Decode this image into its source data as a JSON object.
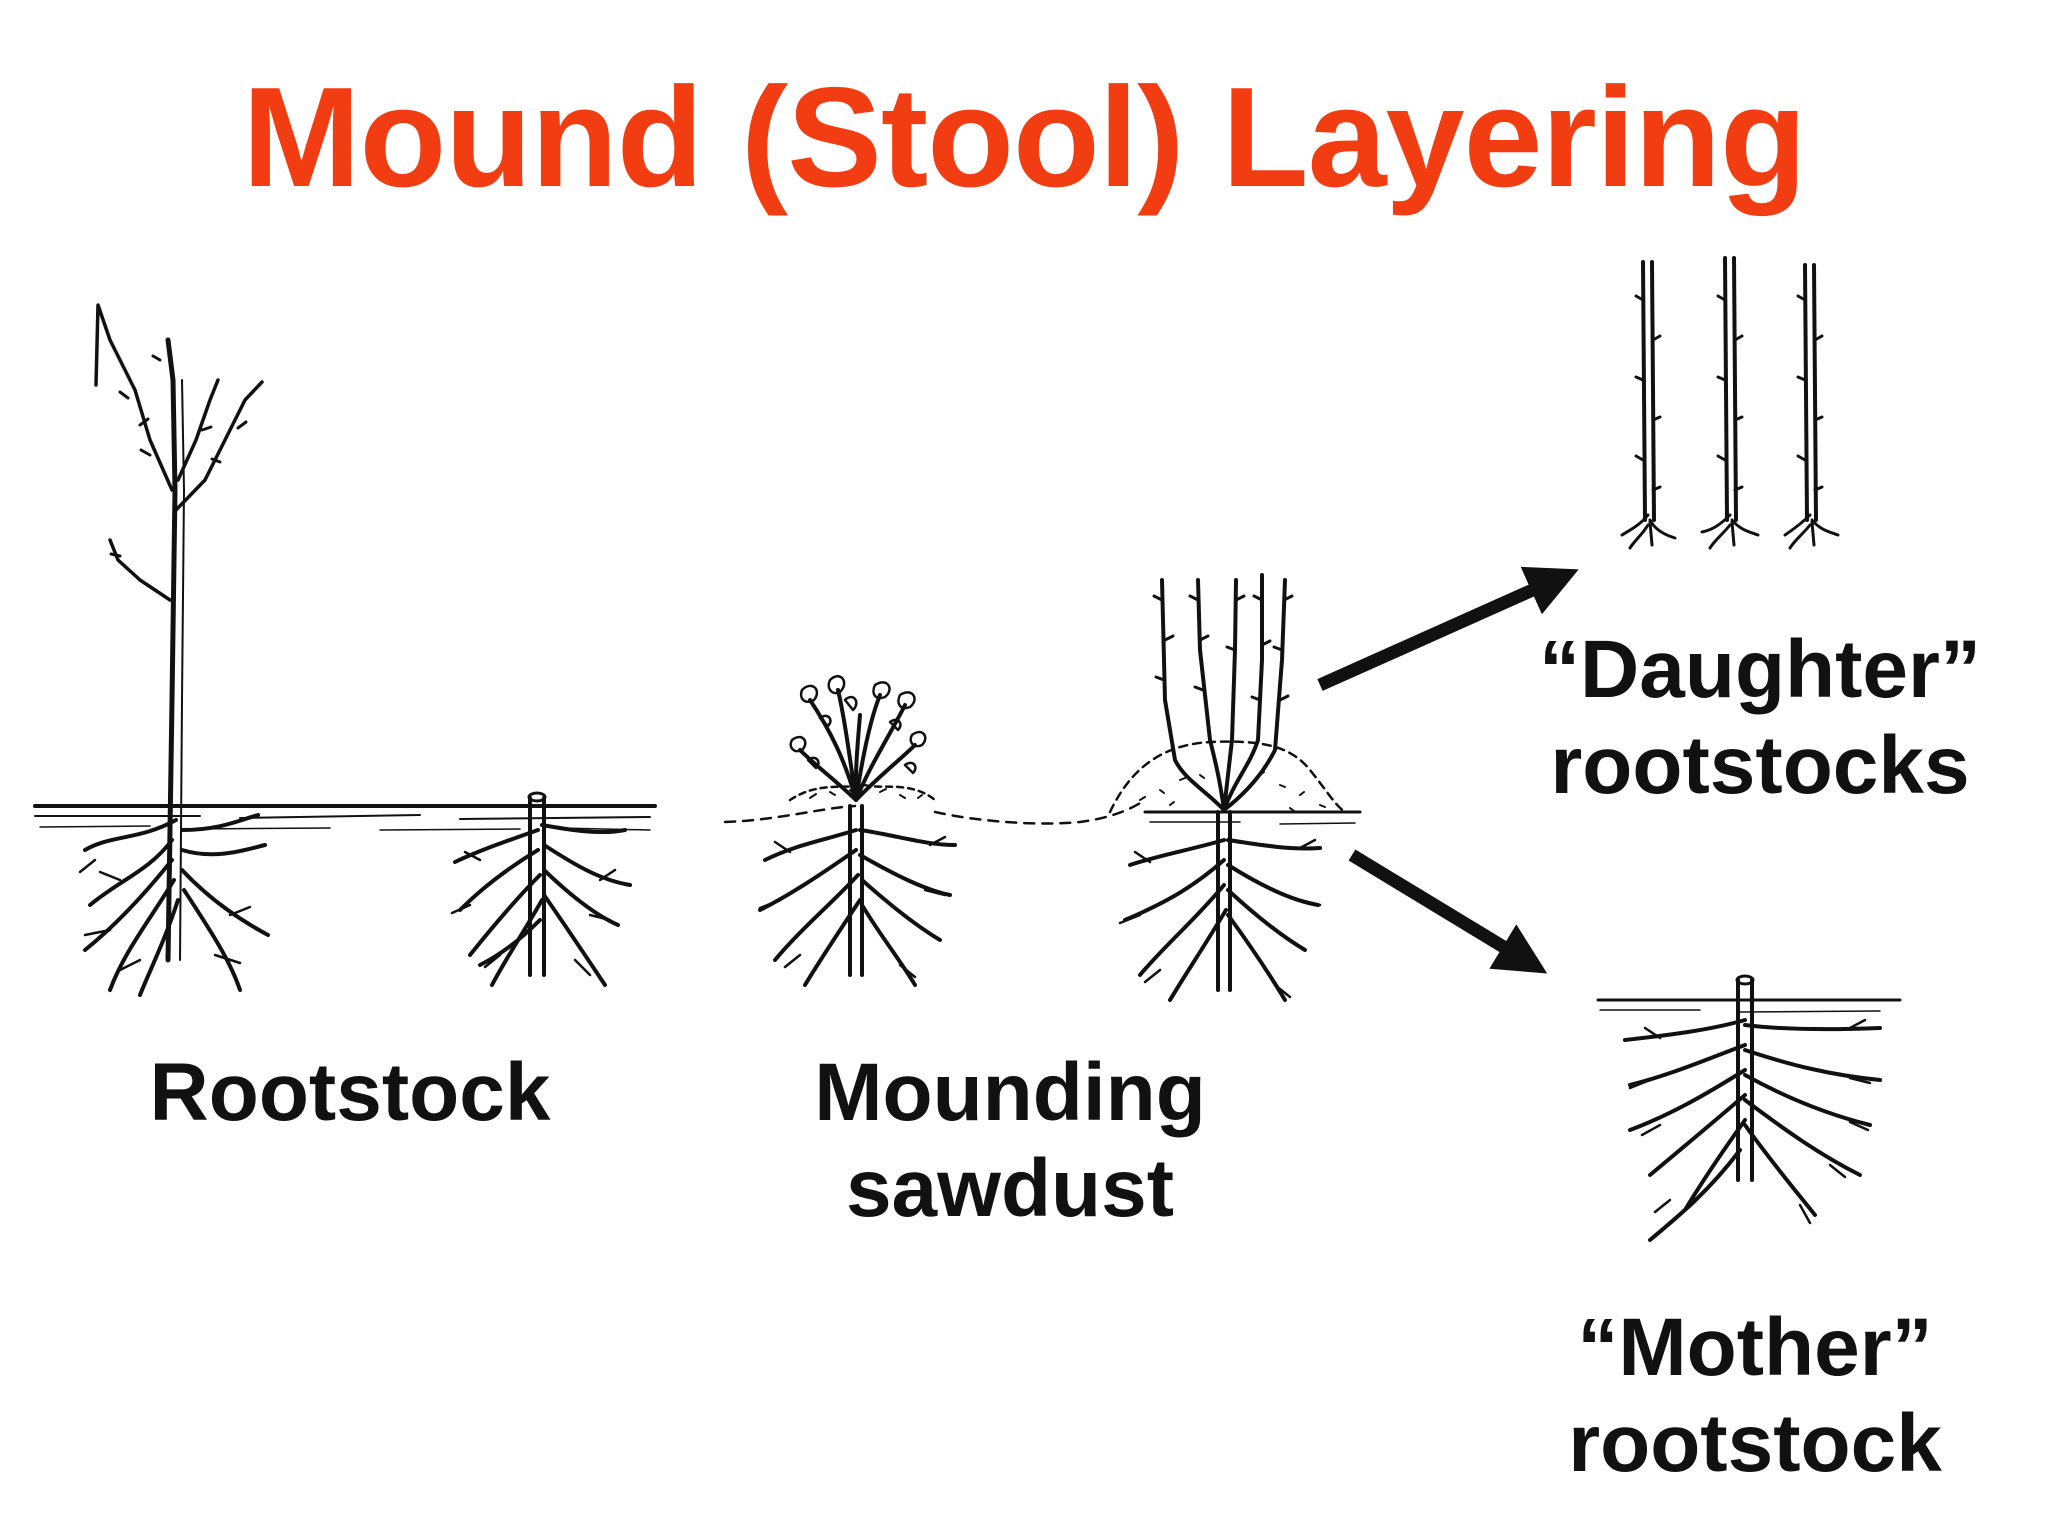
{
  "title": "Mound (Stool) Layering",
  "colors": {
    "title": "#f23d12",
    "ink": "#111111",
    "background": "#ffffff"
  },
  "labels": {
    "rootstock": "Rootstock",
    "mounding_line1": "Mounding",
    "mounding_line2": "sawdust",
    "daughter_line1": "“Daughter”",
    "daughter_line2": "rootstocks",
    "mother_line1": "“Mother”",
    "mother_line2": "rootstock"
  },
  "icons": [
    "young-tree-illustration",
    "cut-stump-illustration",
    "leafy-shoots-mound-illustration",
    "tall-shoots-mound-illustration",
    "daughter-rootstock-illustration",
    "mother-rootstock-illustration",
    "arrow-up-right-icon",
    "arrow-down-right-icon"
  ]
}
